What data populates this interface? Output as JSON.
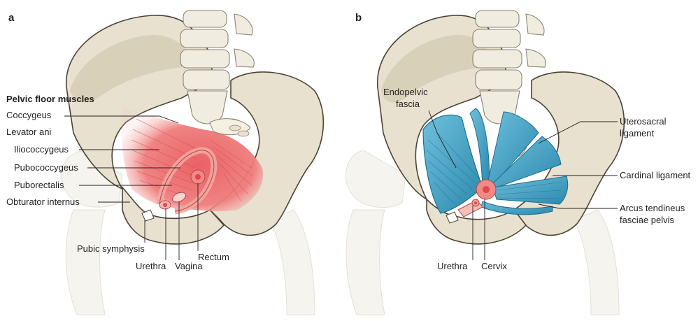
{
  "panel_a": {
    "letter": "a",
    "heading": "Pelvic floor muscles",
    "labels": {
      "coccygeus": "Coccygeus",
      "levator_ani": "Levator ani",
      "iliococcygeus": "Iliococcygeus",
      "pubococcygeus": "Pubococcygeus",
      "puborectalis": "Puborectalis",
      "obturator_internus": "Obturator internus",
      "pubic_symphysis": "Pubic symphysis",
      "urethra": "Urethra",
      "vagina": "Vagina",
      "rectum": "Rectum"
    }
  },
  "panel_b": {
    "letter": "b",
    "labels": {
      "endopelvic_line1": "Endopelvic",
      "endopelvic_line2": "fascia",
      "uterosacral_line1": "Uterosacral",
      "uterosacral_line2": "ligament",
      "cardinal": "Cardinal ligament",
      "arcus_line1": "Arcus tendineus",
      "arcus_line2": "fasciae pelvis",
      "urethra": "Urethra",
      "cervix": "Cervix"
    }
  },
  "colors": {
    "bone": "#e8e1cf",
    "muscle": "#e8696b",
    "fascia": "#3f9fbf",
    "organ": "#ee5f57"
  }
}
